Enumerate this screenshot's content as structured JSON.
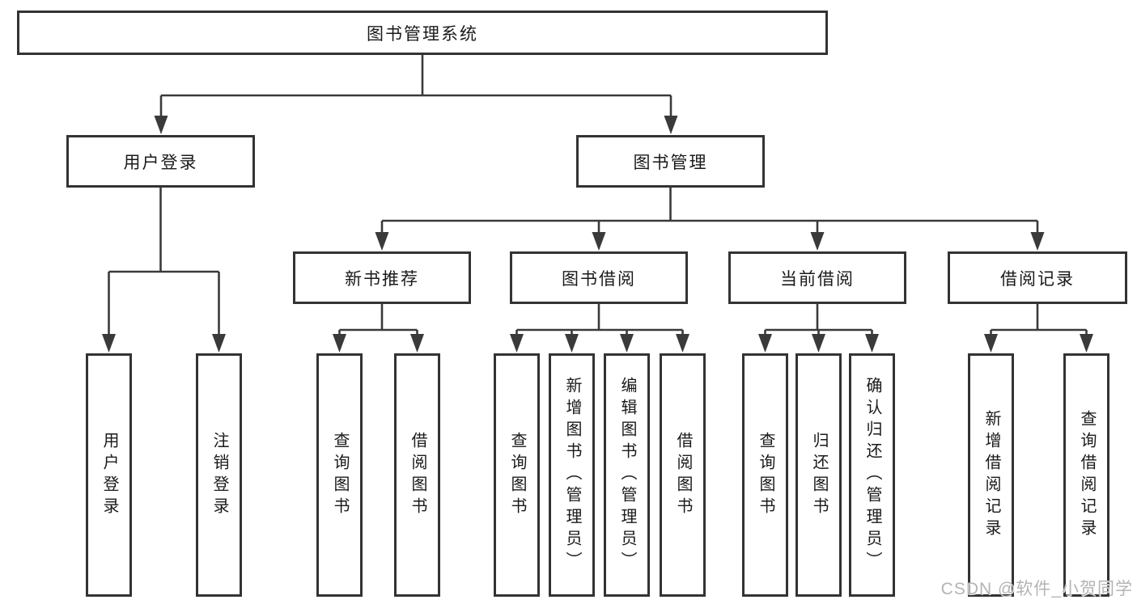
{
  "diagram": {
    "type": "hierarchy-tree",
    "title": "图书管理系统",
    "tree": {
      "label": "图书管理系统",
      "children": [
        {
          "label": "用户登录",
          "children": [
            {
              "label": "用户登录"
            },
            {
              "label": "注销登录"
            }
          ]
        },
        {
          "label": "图书管理",
          "children": [
            {
              "label": "新书推荐",
              "children": [
                {
                  "label": "查询图书"
                },
                {
                  "label": "借阅图书"
                }
              ]
            },
            {
              "label": "图书借阅",
              "children": [
                {
                  "label": "查询图书"
                },
                {
                  "label": "新增图书（管理员）"
                },
                {
                  "label": "编辑图书（管理员）"
                },
                {
                  "label": "借阅图书"
                }
              ]
            },
            {
              "label": "当前借阅",
              "children": [
                {
                  "label": "查询图书"
                },
                {
                  "label": "归还图书"
                },
                {
                  "label": "确认归还（管理员）"
                }
              ]
            },
            {
              "label": "借阅记录",
              "children": [
                {
                  "label": "新增借阅记录"
                },
                {
                  "label": "查询借阅记录"
                }
              ]
            }
          ]
        }
      ]
    },
    "watermark": "CSDN @软件_小贺同学",
    "colors": {
      "background": "#ffffff",
      "box_border": "#333333",
      "box_fill": "#ffffff",
      "line": "#3a3a3a",
      "text": "#1a1a1a",
      "watermark": "#b4b4b4"
    }
  }
}
